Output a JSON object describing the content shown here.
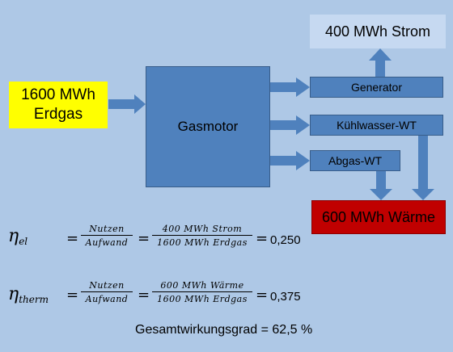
{
  "input": {
    "line1": "1600 MWh",
    "line2": "Erdgas"
  },
  "gasmotor": "Gasmotor",
  "generator": "Generator",
  "kuehlwasser": "Kühlwasser-WT",
  "abgas": "Abgas-WT",
  "output_strom": "400 MWh Strom",
  "output_waerme": "600 MWh Wärme",
  "colors": {
    "background": "#aec8e6",
    "input": "#ffff00",
    "process": "#4f81bd",
    "strom": "#c6d9f1",
    "waerme": "#c00000"
  },
  "eq_el": {
    "eta": "η",
    "sub": "el",
    "eq1": "=",
    "frac1_num": "Nutzen",
    "frac1_den": "Aufwand",
    "eq2": "=",
    "frac2_num": "400 MWh Strom",
    "frac2_den": "1600 MWh Erdgas",
    "eq3": "=",
    "value": "0,250"
  },
  "eq_therm": {
    "eta": "η",
    "sub": "therm",
    "eq1": "=",
    "frac1_num": "Nutzen",
    "frac1_den": "Aufwand",
    "eq2": "=",
    "frac2_num": "600 MWh Wärme",
    "frac2_den": "1600 MWh Erdgas",
    "eq3": "=",
    "value": "0,375"
  },
  "total": "Gesamtwirkungsgrad = 62,5 %"
}
